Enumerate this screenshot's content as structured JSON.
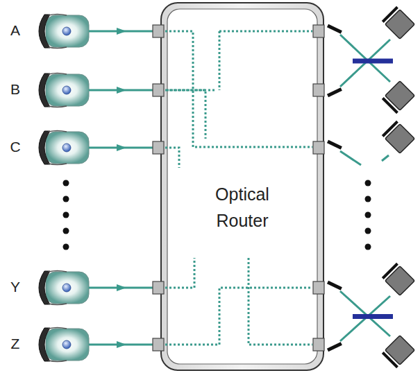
{
  "diagram": {
    "nodes": [
      {
        "text": [
          "Optical Router"
        ]
      }
    ],
    "labels": [
      "A",
      "B",
      "C",
      "Y",
      "Z"
    ]
  }
}
